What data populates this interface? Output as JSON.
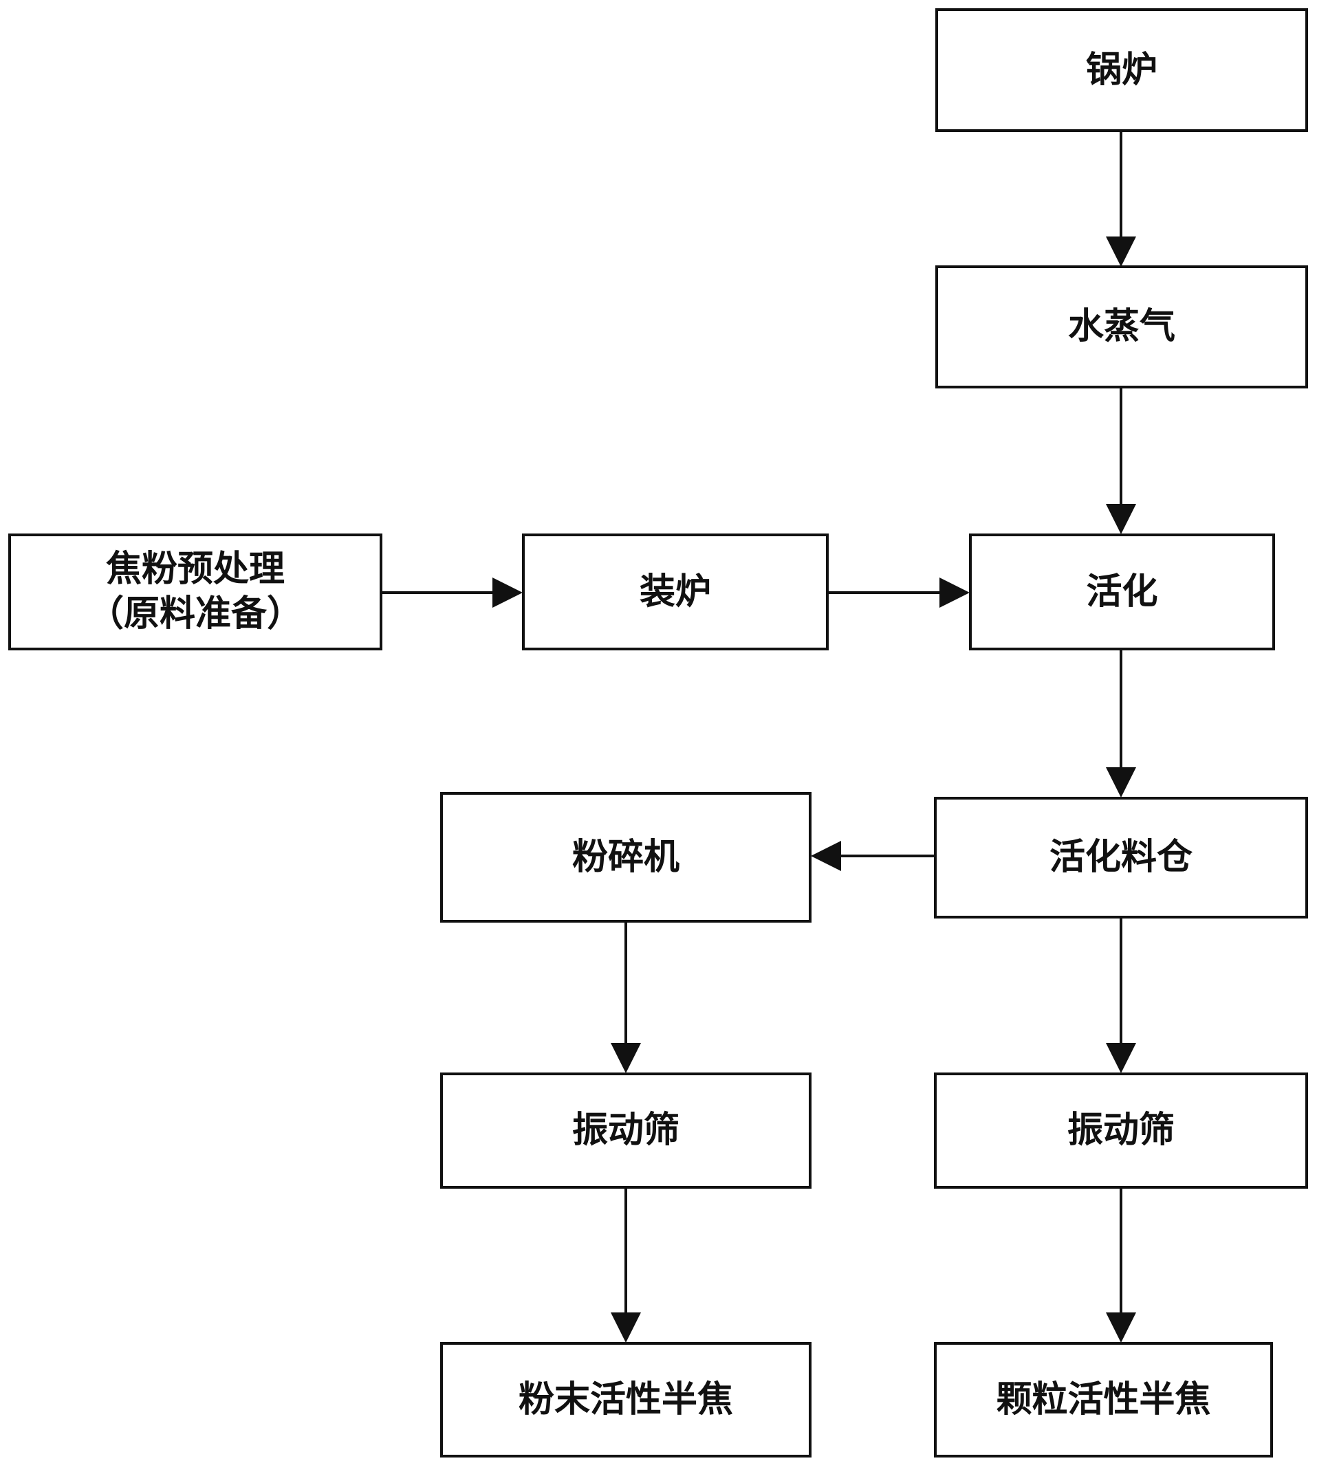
{
  "nodes": {
    "boiler": {
      "label": "锅炉"
    },
    "steam": {
      "label": "水蒸气"
    },
    "coke_pretreatment": {
      "label": "焦粉预处理",
      "sublabel": "（原料准备）"
    },
    "charging": {
      "label": "装炉"
    },
    "activation": {
      "label": "活化"
    },
    "activated_silo": {
      "label": "活化料仓"
    },
    "crusher": {
      "label": "粉碎机"
    },
    "vibrating_screen_left": {
      "label": "振动筛"
    },
    "vibrating_screen_right": {
      "label": "振动筛"
    },
    "powder_product": {
      "label": "粉末活性半焦"
    },
    "granular_product": {
      "label": "颗粒活性半焦"
    }
  },
  "edges": [
    {
      "from": "boiler",
      "to": "steam"
    },
    {
      "from": "steam",
      "to": "activation"
    },
    {
      "from": "coke_pretreatment",
      "to": "charging"
    },
    {
      "from": "charging",
      "to": "activation"
    },
    {
      "from": "activation",
      "to": "activated_silo"
    },
    {
      "from": "activated_silo",
      "to": "crusher"
    },
    {
      "from": "crusher",
      "to": "vibrating_screen_left"
    },
    {
      "from": "activated_silo",
      "to": "vibrating_screen_right"
    },
    {
      "from": "vibrating_screen_left",
      "to": "powder_product"
    },
    {
      "from": "vibrating_screen_right",
      "to": "granular_product"
    }
  ]
}
